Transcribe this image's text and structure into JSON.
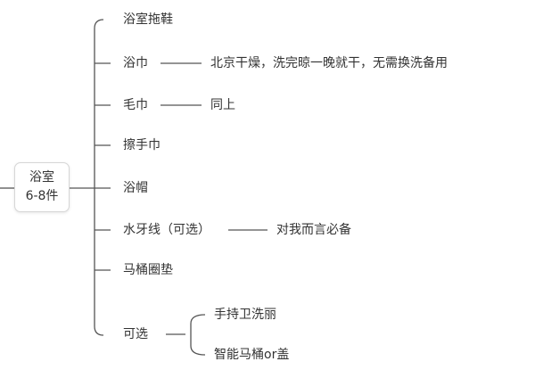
{
  "root": {
    "line1": "浴室",
    "line2": "6-8件"
  },
  "items": [
    {
      "label": "浴室拖鞋"
    },
    {
      "label": "浴巾",
      "note": "北京干燥，洗完晾一晚就干，无需换洗备用"
    },
    {
      "label": "毛巾",
      "note": "同上"
    },
    {
      "label": "擦手巾"
    },
    {
      "label": "浴帽"
    },
    {
      "label": "水牙线（可选）",
      "note": "对我而言必备"
    },
    {
      "label": "马桶圈垫"
    },
    {
      "label": "可选",
      "children": [
        {
          "label": "手持卫洗丽"
        },
        {
          "label": "智能马桶or盖"
        }
      ]
    }
  ],
  "colors": {
    "line": "#555555",
    "text": "#333333",
    "border": "#d6d6d6"
  }
}
